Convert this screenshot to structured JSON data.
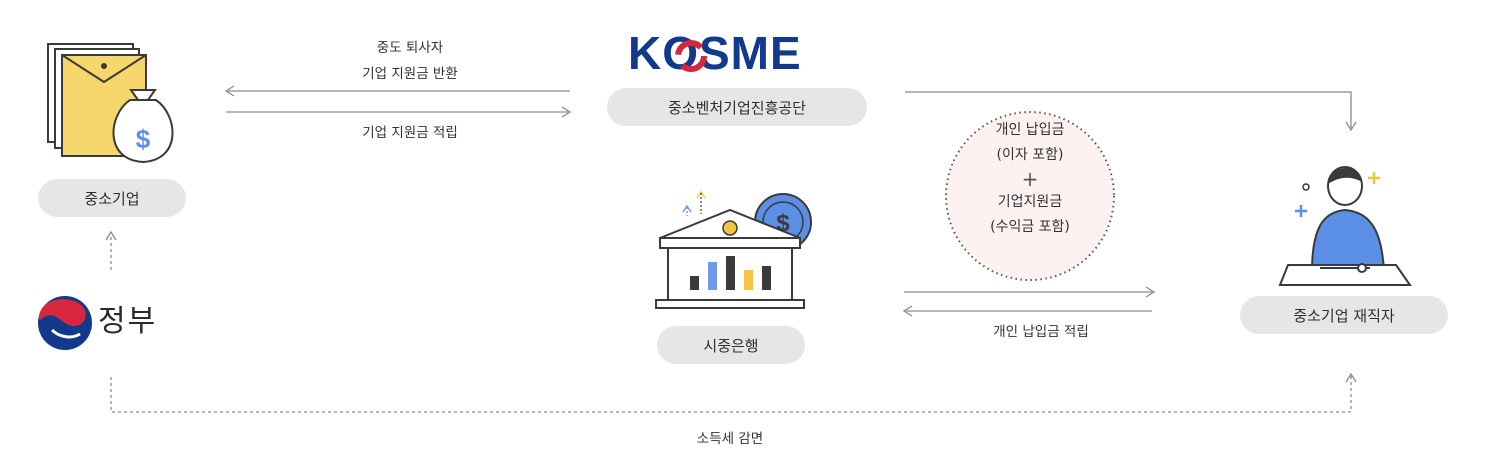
{
  "nodes": {
    "sme": "중소기업",
    "bank": "시중은행",
    "kosme_name": "중소벤처기업진흥공단",
    "employee": "중소기업 재직자",
    "government": "정부"
  },
  "logo": {
    "text": "KOSME"
  },
  "flows": {
    "return_line1": "중도 퇴사자",
    "return_line2": "기업 지원금 반환",
    "accumulate_company": "기업 지원금 적립",
    "accumulate_personal": "개인 납입금 적립",
    "tax": "소득세 감면"
  },
  "circle": {
    "line1": "개인 납입금",
    "line2": "(이자 포함)",
    "plus": "+",
    "line3": "기업지원금",
    "line4": "(수익금 포함)"
  },
  "colors": {
    "navy": "#123a8c",
    "red": "#d7263d",
    "envelope": "#f6d76b",
    "person_shirt": "#5b8fe6",
    "accent_yellow": "#f3c542",
    "bar_blue": "#6f9be8",
    "pill_bg": "#e6e6e6"
  }
}
